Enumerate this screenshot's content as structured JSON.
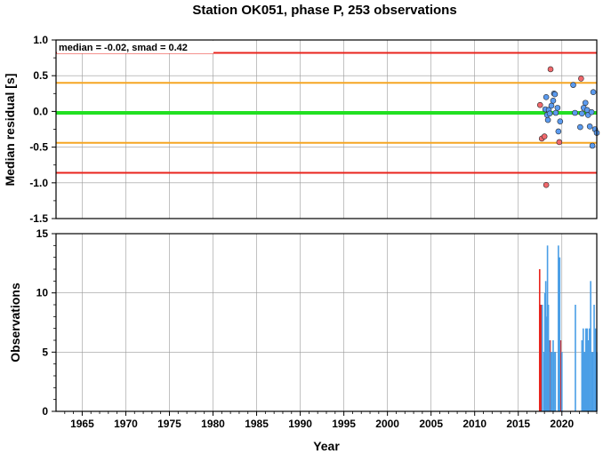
{
  "chart_data": [
    {
      "type": "scatter",
      "title": "Station OK051, phase P, 253 observations",
      "ylabel": "Median residual [s]",
      "xlabel": "",
      "annotation": "median = -0.02, smad = 0.42",
      "xlim": [
        1962,
        2024
      ],
      "ylim": [
        -1.5,
        1.0
      ],
      "yticks": [
        1.0,
        0.5,
        0.0,
        -0.5,
        -1.0,
        -1.5
      ],
      "ytick_labels": [
        "1.0",
        "0.5",
        "0.0",
        "-0.5",
        "-1.0",
        "-1.5"
      ],
      "grid": true,
      "reference_lines": [
        {
          "y": -0.02,
          "color": "#22e022",
          "role": "median"
        },
        {
          "y": 0.4,
          "color": "#f5a623",
          "role": "+1 smad"
        },
        {
          "y": -0.44,
          "color": "#f5a623",
          "role": "-1 smad"
        },
        {
          "y": 0.82,
          "color": "#e8231c",
          "role": "+2 smad"
        },
        {
          "y": -0.86,
          "color": "#e8231c",
          "role": "-2 smad"
        }
      ],
      "series": [
        {
          "color": "#5b9bf0",
          "points": [
            [
              2018.1,
              0.03
            ],
            [
              2018.2,
              0.2
            ],
            [
              2018.3,
              -0.05
            ],
            [
              2018.4,
              -0.12
            ],
            [
              2018.5,
              0.02
            ],
            [
              2018.6,
              -0.03
            ],
            [
              2018.8,
              0.08
            ],
            [
              2019.0,
              0.15
            ],
            [
              2019.1,
              0.25
            ],
            [
              2019.2,
              0.24
            ],
            [
              2019.3,
              -0.02
            ],
            [
              2019.5,
              0.05
            ],
            [
              2019.6,
              -0.28
            ],
            [
              2019.8,
              -0.14
            ],
            [
              2021.3,
              0.37
            ],
            [
              2021.5,
              -0.02
            ],
            [
              2022.1,
              -0.22
            ],
            [
              2022.3,
              -0.03
            ],
            [
              2022.5,
              0.05
            ],
            [
              2022.7,
              0.12
            ],
            [
              2022.9,
              0.02
            ],
            [
              2023.0,
              -0.05
            ],
            [
              2023.2,
              -0.21
            ],
            [
              2023.4,
              -0.01
            ],
            [
              2023.5,
              -0.48
            ],
            [
              2023.6,
              0.27
            ],
            [
              2023.8,
              -0.25
            ],
            [
              2024.0,
              -0.3
            ]
          ]
        },
        {
          "color": "#f0686c",
          "points": [
            [
              2017.5,
              0.09
            ],
            [
              2017.7,
              -0.38
            ],
            [
              2018.0,
              -0.35
            ],
            [
              2018.2,
              -1.03
            ],
            [
              2018.7,
              0.59
            ],
            [
              2019.7,
              -0.43
            ],
            [
              2022.2,
              0.46
            ]
          ]
        }
      ]
    },
    {
      "type": "bar",
      "ylabel": "Observations",
      "xlabel": "Year",
      "xlim": [
        1962,
        2024
      ],
      "ylim": [
        0,
        15
      ],
      "xticks": [
        1965,
        1970,
        1975,
        1980,
        1985,
        1990,
        1995,
        2000,
        2005,
        2010,
        2015,
        2020
      ],
      "xtick_labels": [
        "1965",
        "1970",
        "1975",
        "1980",
        "1985",
        "1990",
        "1995",
        "2000",
        "2005",
        "2010",
        "2015",
        "2020"
      ],
      "yticks": [
        0,
        5,
        10,
        15
      ],
      "ytick_labels": [
        "0",
        "5",
        "10",
        "15"
      ],
      "grid": true,
      "series": [
        {
          "color": "#e8231c",
          "bars": [
            [
              2017.45,
              12
            ],
            [
              2017.6,
              9
            ],
            [
              2018.65,
              6
            ],
            [
              2019.85,
              6
            ]
          ]
        },
        {
          "color": "#4a9ee6",
          "bars": [
            [
              2017.75,
              9
            ],
            [
              2017.95,
              5
            ],
            [
              2018.05,
              10
            ],
            [
              2018.15,
              11
            ],
            [
              2018.25,
              8
            ],
            [
              2018.35,
              14
            ],
            [
              2018.45,
              9
            ],
            [
              2018.55,
              6
            ],
            [
              2018.75,
              5
            ],
            [
              2018.85,
              5
            ],
            [
              2019.0,
              6
            ],
            [
              2019.1,
              5
            ],
            [
              2019.25,
              5
            ],
            [
              2019.6,
              14
            ],
            [
              2019.75,
              13
            ],
            [
              2020.0,
              5
            ],
            [
              2021.55,
              9
            ],
            [
              2022.3,
              6
            ],
            [
              2022.45,
              7
            ],
            [
              2022.6,
              5
            ],
            [
              2022.75,
              7
            ],
            [
              2022.9,
              7
            ],
            [
              2023.0,
              6
            ],
            [
              2023.15,
              7
            ],
            [
              2023.3,
              11
            ],
            [
              2023.45,
              5
            ],
            [
              2023.55,
              5
            ],
            [
              2023.7,
              9
            ],
            [
              2023.85,
              7
            ],
            [
              2024.0,
              5
            ]
          ]
        }
      ]
    }
  ]
}
